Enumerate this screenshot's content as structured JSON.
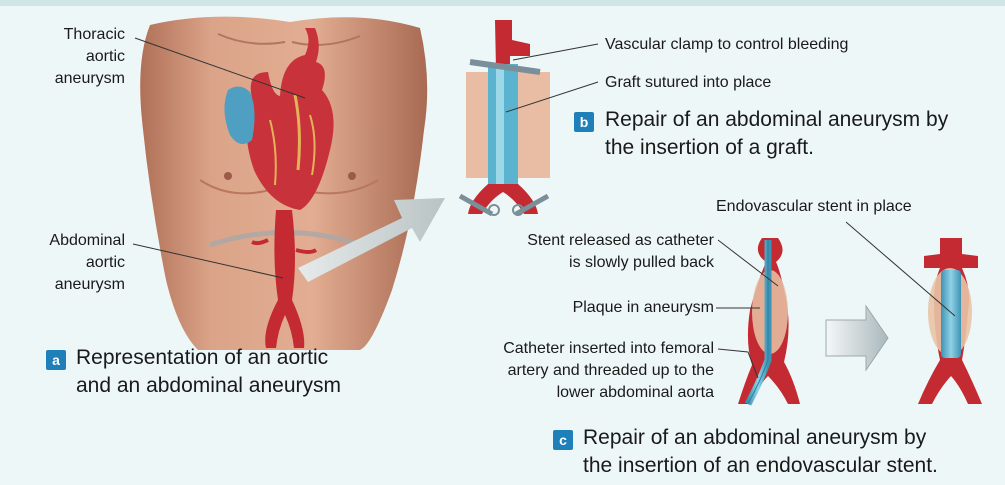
{
  "colors": {
    "background": "#eef7f7",
    "badge": "#1f7fb8",
    "artery": "#c9272e",
    "stent": "#5fb5cf",
    "skin": "#d9a184"
  },
  "panel_a": {
    "badge": "a",
    "caption_line1": "Representation of an aortic",
    "caption_line2": "and an abdominal aneurysm",
    "label_thoracic_1": "Thoracic",
    "label_thoracic_2": "aortic",
    "label_thoracic_3": "aneurysm",
    "label_abdominal_1": "Abdominal",
    "label_abdominal_2": "aortic",
    "label_abdominal_3": "aneurysm"
  },
  "panel_b": {
    "badge": "b",
    "caption_line1": "Repair of an abdominal aneurysm by",
    "caption_line2": "the insertion of a graft.",
    "label_clamp": "Vascular clamp to control bleeding",
    "label_graft": "Graft sutured into place"
  },
  "panel_c": {
    "badge": "c",
    "caption_line1": "Repair of an abdominal aneurysm by",
    "caption_line2": "the insertion of an endovascular stent.",
    "label_stent_in_place": "Endovascular stent in place",
    "label_stent_released_1": "Stent released as catheter",
    "label_stent_released_2": "is slowly pulled back",
    "label_plaque": "Plaque in aneurysm",
    "label_catheter_1": "Catheter inserted into femoral",
    "label_catheter_2": "artery and threaded up to the",
    "label_catheter_3": "lower abdominal aorta"
  }
}
